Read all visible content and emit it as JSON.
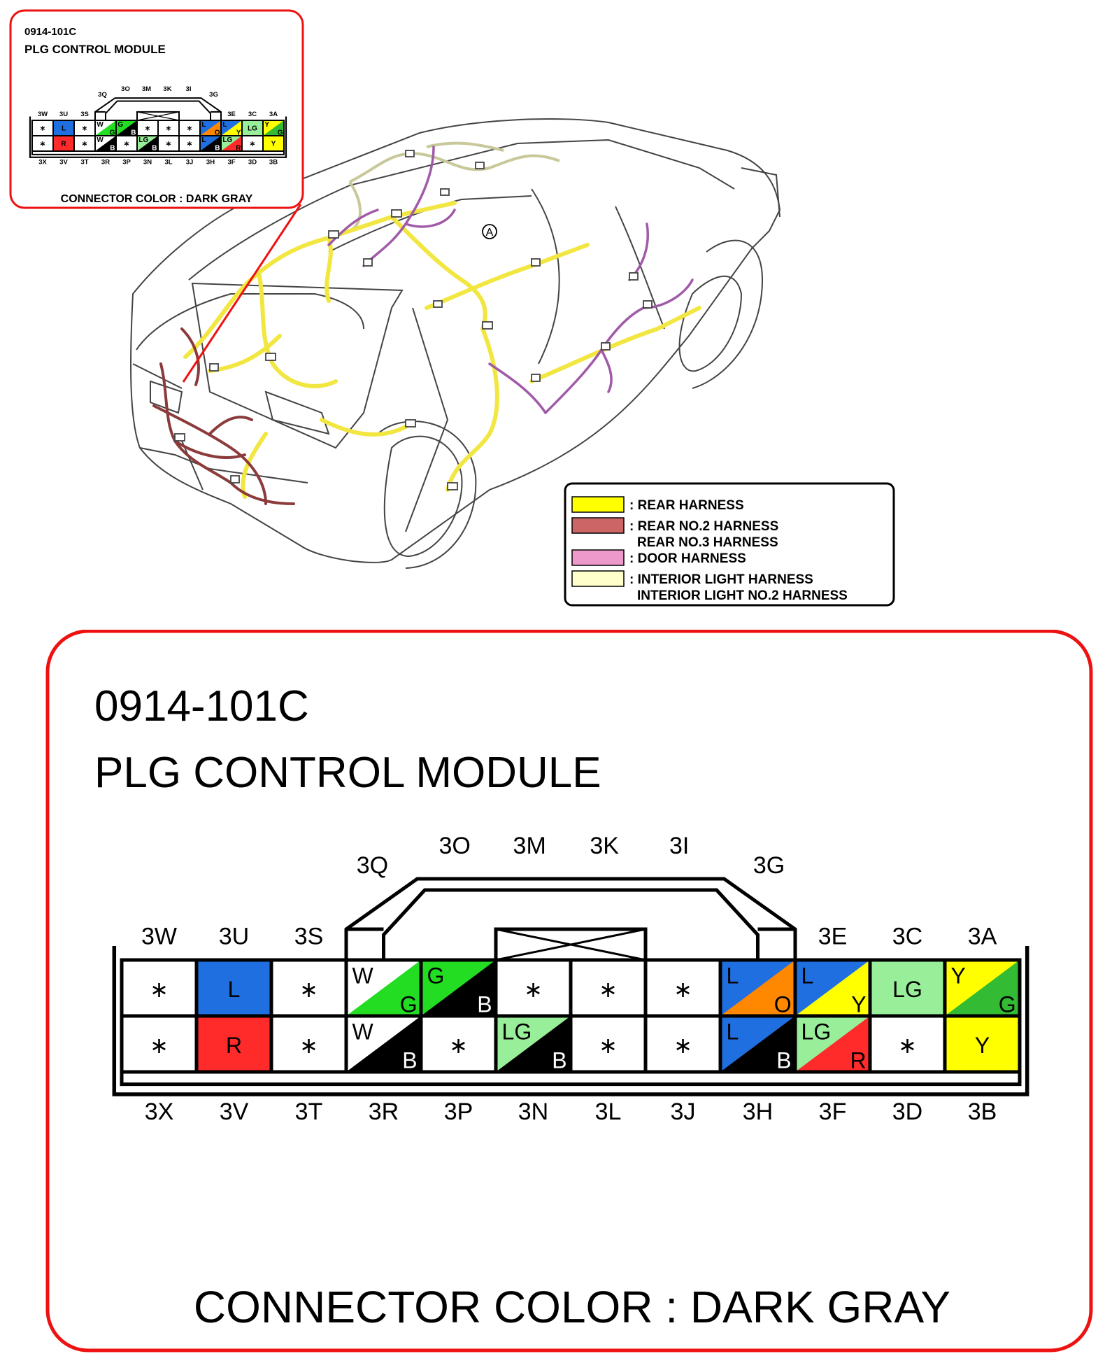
{
  "inset": {
    "code": "0914-101C",
    "module": "PLG CONTROL MODULE",
    "connector_color": "CONNECTOR COLOR : DARK GRAY"
  },
  "main": {
    "code": "0914-101C",
    "module": "PLG CONTROL MODULE",
    "connector_color": "CONNECTOR COLOR : DARK GRAY"
  },
  "callout": "A",
  "legend": {
    "items": [
      {
        "lines": [
          ": REAR HARNESS"
        ],
        "color": "#ffff00"
      },
      {
        "lines": [
          ": REAR NO.2 HARNESS",
          "REAR NO.3 HARNESS"
        ],
        "color": "#cc6666"
      },
      {
        "lines": [
          ": DOOR HARNESS"
        ],
        "color": "#ee99cc"
      },
      {
        "lines": [
          ": INTERIOR LIGHT HARNESS",
          "INTERIOR LIGHT NO.2 HARNESS"
        ],
        "color": "#ffffcc"
      }
    ]
  },
  "connector": {
    "top_labels_outer": [
      "3W",
      "3U",
      "3S",
      "3E",
      "3C",
      "3A"
    ],
    "top_labels_raised": [
      "3Q",
      "3O",
      "3M",
      "3K",
      "3I",
      "3G"
    ],
    "bottom_labels": [
      "3X",
      "3V",
      "3T",
      "3R",
      "3P",
      "3N",
      "3L",
      "3J",
      "3H",
      "3F",
      "3D",
      "3B"
    ],
    "top_row": [
      {
        "type": "empty",
        "label": "∗"
      },
      {
        "type": "solid",
        "c1": "#1f6fe0",
        "label": "L"
      },
      {
        "type": "empty",
        "label": "∗"
      },
      {
        "type": "split",
        "c1": "#ffffff",
        "c2": "#22dd22",
        "l1": "W",
        "l2": "G"
      },
      {
        "type": "split",
        "c1": "#22dd22",
        "c2": "#000000",
        "l1": "G",
        "l2": "B"
      },
      {
        "type": "empty",
        "label": "∗"
      },
      {
        "type": "empty",
        "label": "∗"
      },
      {
        "type": "empty",
        "label": "∗"
      },
      {
        "type": "split",
        "c1": "#1f6fe0",
        "c2": "#ff8800",
        "l1": "L",
        "l2": "O"
      },
      {
        "type": "split",
        "c1": "#1f6fe0",
        "c2": "#ffff00",
        "l1": "L",
        "l2": "Y"
      },
      {
        "type": "solid",
        "c1": "#99ee99",
        "label": "LG"
      },
      {
        "type": "split",
        "c1": "#ffff00",
        "c2": "#33bb33",
        "l1": "Y",
        "l2": "G"
      }
    ],
    "bottom_row": [
      {
        "type": "empty",
        "label": "∗"
      },
      {
        "type": "solid",
        "c1": "#ff2a2a",
        "label": "R"
      },
      {
        "type": "empty",
        "label": "∗"
      },
      {
        "type": "split",
        "c1": "#ffffff",
        "c2": "#000000",
        "l1": "W",
        "l2": "B"
      },
      {
        "type": "empty",
        "label": "∗"
      },
      {
        "type": "split",
        "c1": "#99ee99",
        "c2": "#000000",
        "l1": "LG",
        "l2": "B"
      },
      {
        "type": "empty",
        "label": "∗"
      },
      {
        "type": "empty",
        "label": "∗"
      },
      {
        "type": "split",
        "c1": "#1f6fe0",
        "c2": "#000000",
        "l1": "L",
        "l2": "B"
      },
      {
        "type": "split",
        "c1": "#99ee99",
        "c2": "#ff2a2a",
        "l1": "LG",
        "l2": "R"
      },
      {
        "type": "empty",
        "label": "∗"
      },
      {
        "type": "solid",
        "c1": "#ffff00",
        "label": "Y"
      }
    ]
  },
  "colors": {
    "frame_red": "#ee1111",
    "rear_harness": "#ffff00",
    "rear_no2_harness": "#cc6666",
    "door_harness": "#ee99cc",
    "interior_light_harness": "#ffffcc"
  }
}
